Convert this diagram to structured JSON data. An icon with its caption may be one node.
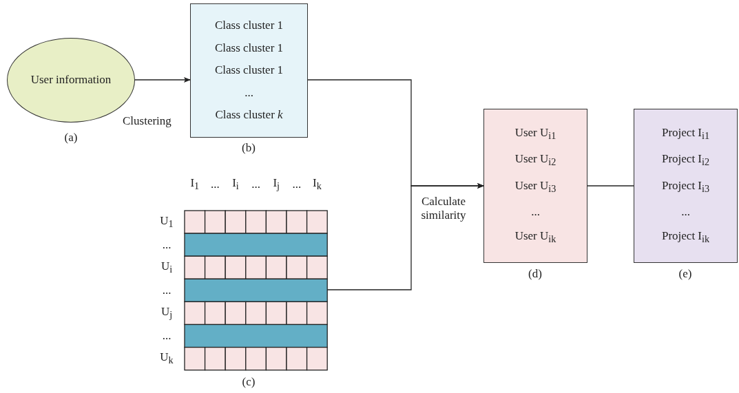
{
  "diagram": {
    "nodes": [
      {
        "text": [
          "User information"
        ],
        "beside": [
          "(a)"
        ]
      },
      {
        "text": [
          "Class cluster 1",
          "Class cluster 1",
          "Class cluster 1",
          "...",
          "Class cluster *k*"
        ],
        "beside": [
          "(b)"
        ]
      },
      {
        "text": [
          "I$_{1}$",
          "...",
          "I$_{i}$",
          "...",
          "I$_{j}$",
          "...",
          "I$_{k}$",
          "U$_{1}$",
          "...",
          "U$_{i}$",
          "...",
          "U$_{j}$",
          "...",
          "U$_{k}$"
        ],
        "beside": [
          "(c)"
        ]
      },
      {
        "text": [
          "User U$_{i1}$",
          "User U$_{i2}$",
          "User U$_{i3}$",
          "...",
          "User U$_{ik}$"
        ],
        "beside": [
          "(d)"
        ]
      },
      {
        "text": [
          "Project I$_{i1}$",
          "Project I$_{i2}$",
          "Project I$_{i3}$",
          "...",
          "Project I$_{ik}$"
        ],
        "beside": [
          "(e)"
        ]
      }
    ],
    "edges": [
      {
        "from": 0,
        "to": 1,
        "arrow": "to",
        "label": "Clustering"
      },
      {
        "from": 1,
        "to": 3,
        "arrow": "to",
        "label": "Calculate similarity"
      },
      {
        "from": 2,
        "to": 3,
        "arrow": "to"
      },
      {
        "from": 3,
        "to": 4,
        "arrow": "none"
      }
    ]
  }
}
